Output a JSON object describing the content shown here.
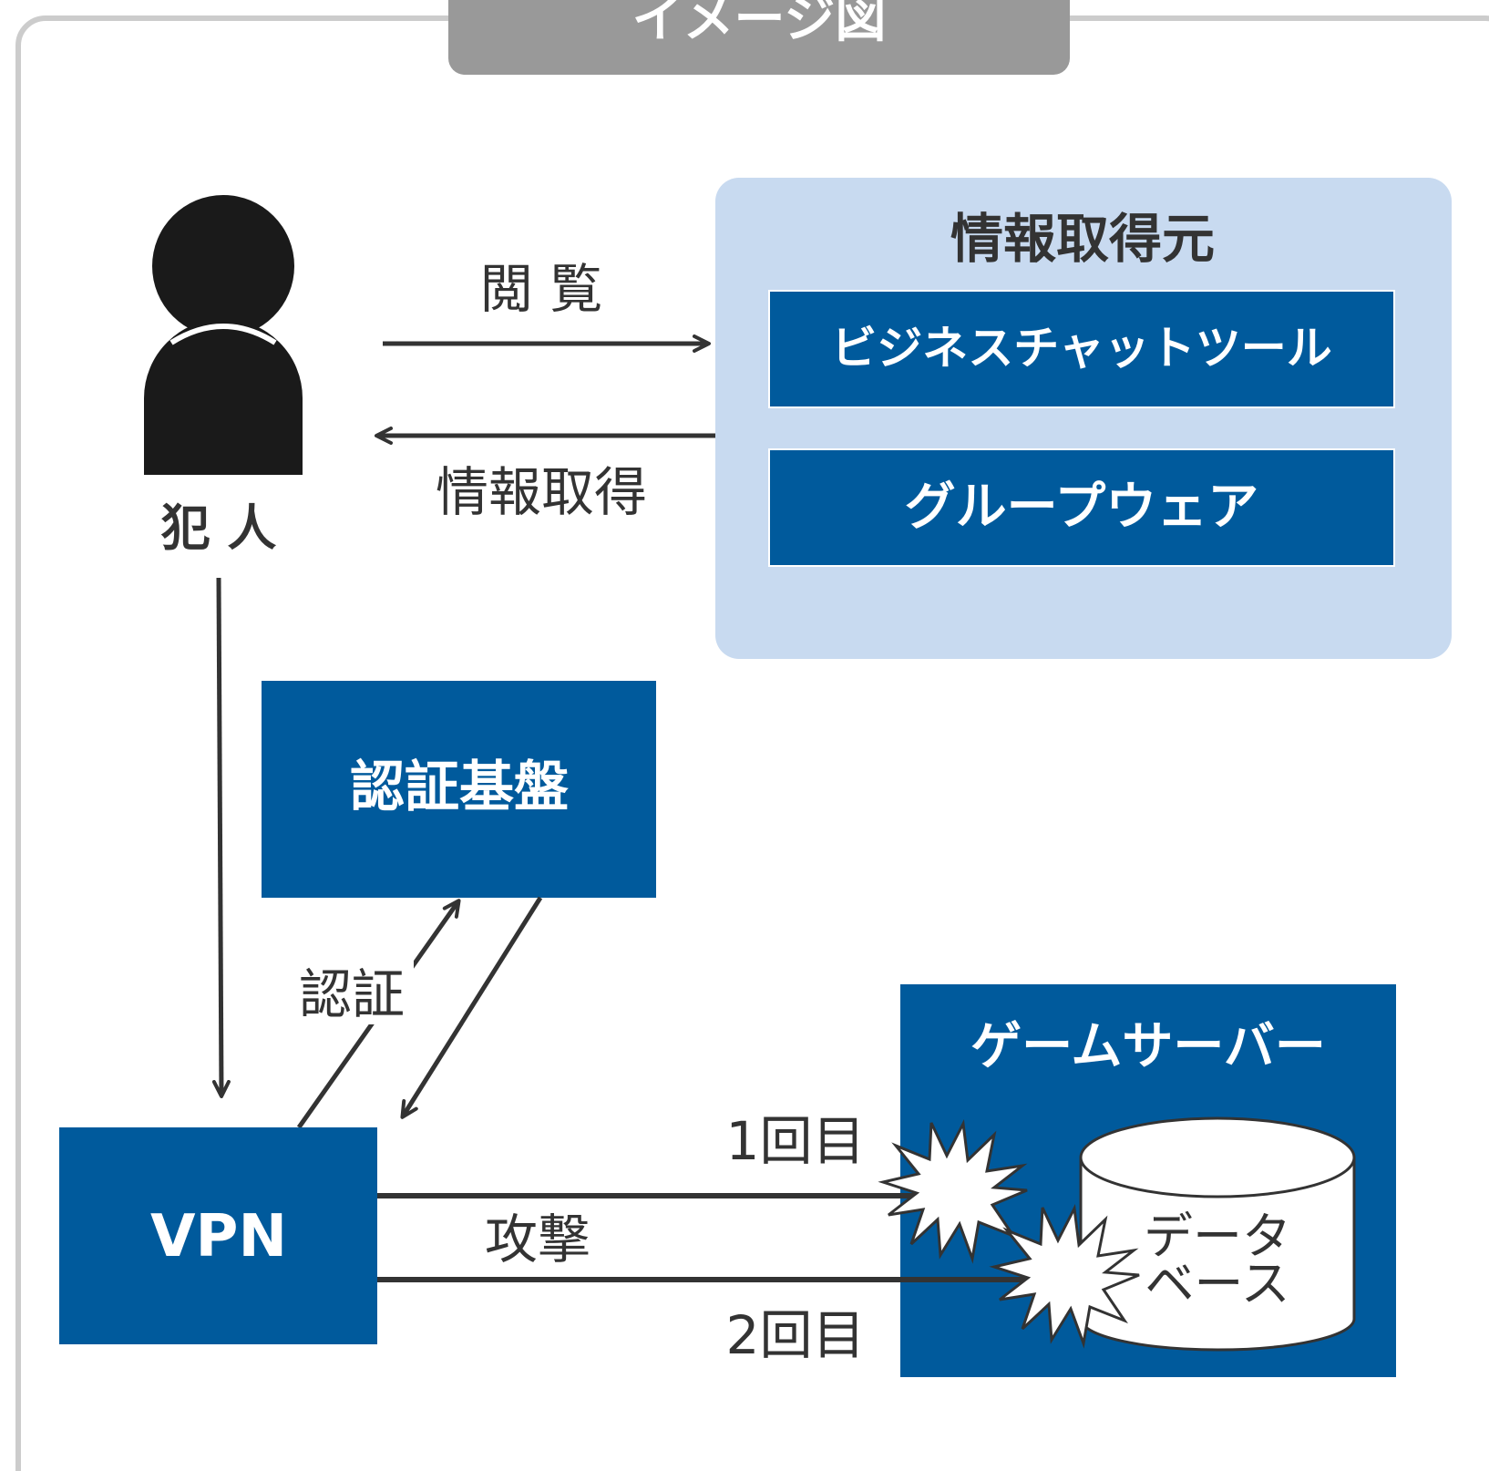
{
  "title": "イメージ図",
  "colors": {
    "frame_border": "#cccccc",
    "title_tab": "#999999",
    "box_blue": "#005a9c",
    "source_panel": "#c8daf0",
    "text_dark": "#333333",
    "person": "#1a1a1a",
    "white": "#ffffff"
  },
  "nodes": {
    "criminal": {
      "label": "犯 人",
      "icon": "person-silhouette-icon"
    },
    "info_source": {
      "label": "情報取得元",
      "items": [
        "ビジネスチャットツール",
        "グループウェア"
      ]
    },
    "auth_platform": {
      "label": "認証基盤"
    },
    "vpn": {
      "label": "VPN"
    },
    "game_server": {
      "label": "ゲームサーバー",
      "database": {
        "line1": "データ",
        "line2": "ベース",
        "icon": "database-cylinder-icon"
      }
    }
  },
  "edges": {
    "browse": "閲 覧",
    "info_get": "情報取得",
    "auth": "認証",
    "attack": "攻撃",
    "first": "1回目",
    "second": "2回目"
  }
}
